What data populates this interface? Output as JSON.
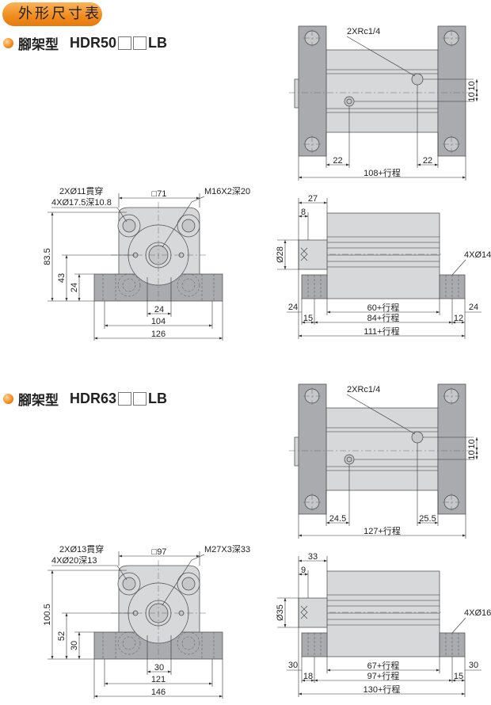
{
  "title": "外形尺寸表",
  "colors": {
    "accent": "#f08a1c",
    "plate": "#a9abae",
    "body": "#d7d8da"
  },
  "sections": [
    {
      "heading": "腳架型",
      "model": "HDR50",
      "suffix": "LB",
      "top": {
        "port": "2XRc1/4",
        "left": "22",
        "right": "22",
        "total": "108+行程",
        "off_a": "10",
        "off_b": "10"
      },
      "front": {
        "hole1": "2XØ11貫穿",
        "hole2": "4XØ17.5深10.8",
        "square": "□71",
        "thread": "M16X2深20",
        "height": "83.5",
        "center": "43",
        "base": "24",
        "rod": "24",
        "pitch": "104",
        "width": "126"
      },
      "side": {
        "rod_len": "27",
        "flat": "8",
        "rod_dia": "Ø28",
        "left_foot": "24",
        "stroke": "60+行程",
        "right_foot": "24",
        "left_hole": "15",
        "hole_pitch": "84+行程",
        "right_hole": "12",
        "total": "111+行程",
        "foot_holes": "4XØ14"
      }
    },
    {
      "heading": "腳架型",
      "model": "HDR63",
      "suffix": "LB",
      "top": {
        "port": "2XRc1/4",
        "left": "24.5",
        "right": "25.5",
        "total": "127+行程",
        "off_a": "10",
        "off_b": "10"
      },
      "front": {
        "hole1": "2XØ13貫穿",
        "hole2": "4XØ20深13",
        "square": "□97",
        "thread": "M27X3深33",
        "height": "100.5",
        "center": "52",
        "base": "30",
        "rod": "30",
        "pitch": "121",
        "width": "146"
      },
      "side": {
        "rod_len": "33",
        "flat": "9",
        "rod_dia": "Ø35",
        "left_foot": "30",
        "stroke": "67+行程",
        "right_foot": "30",
        "left_hole": "18",
        "hole_pitch": "97+行程",
        "right_hole": "15",
        "total": "130+行程",
        "foot_holes": "4XØ16"
      }
    }
  ]
}
